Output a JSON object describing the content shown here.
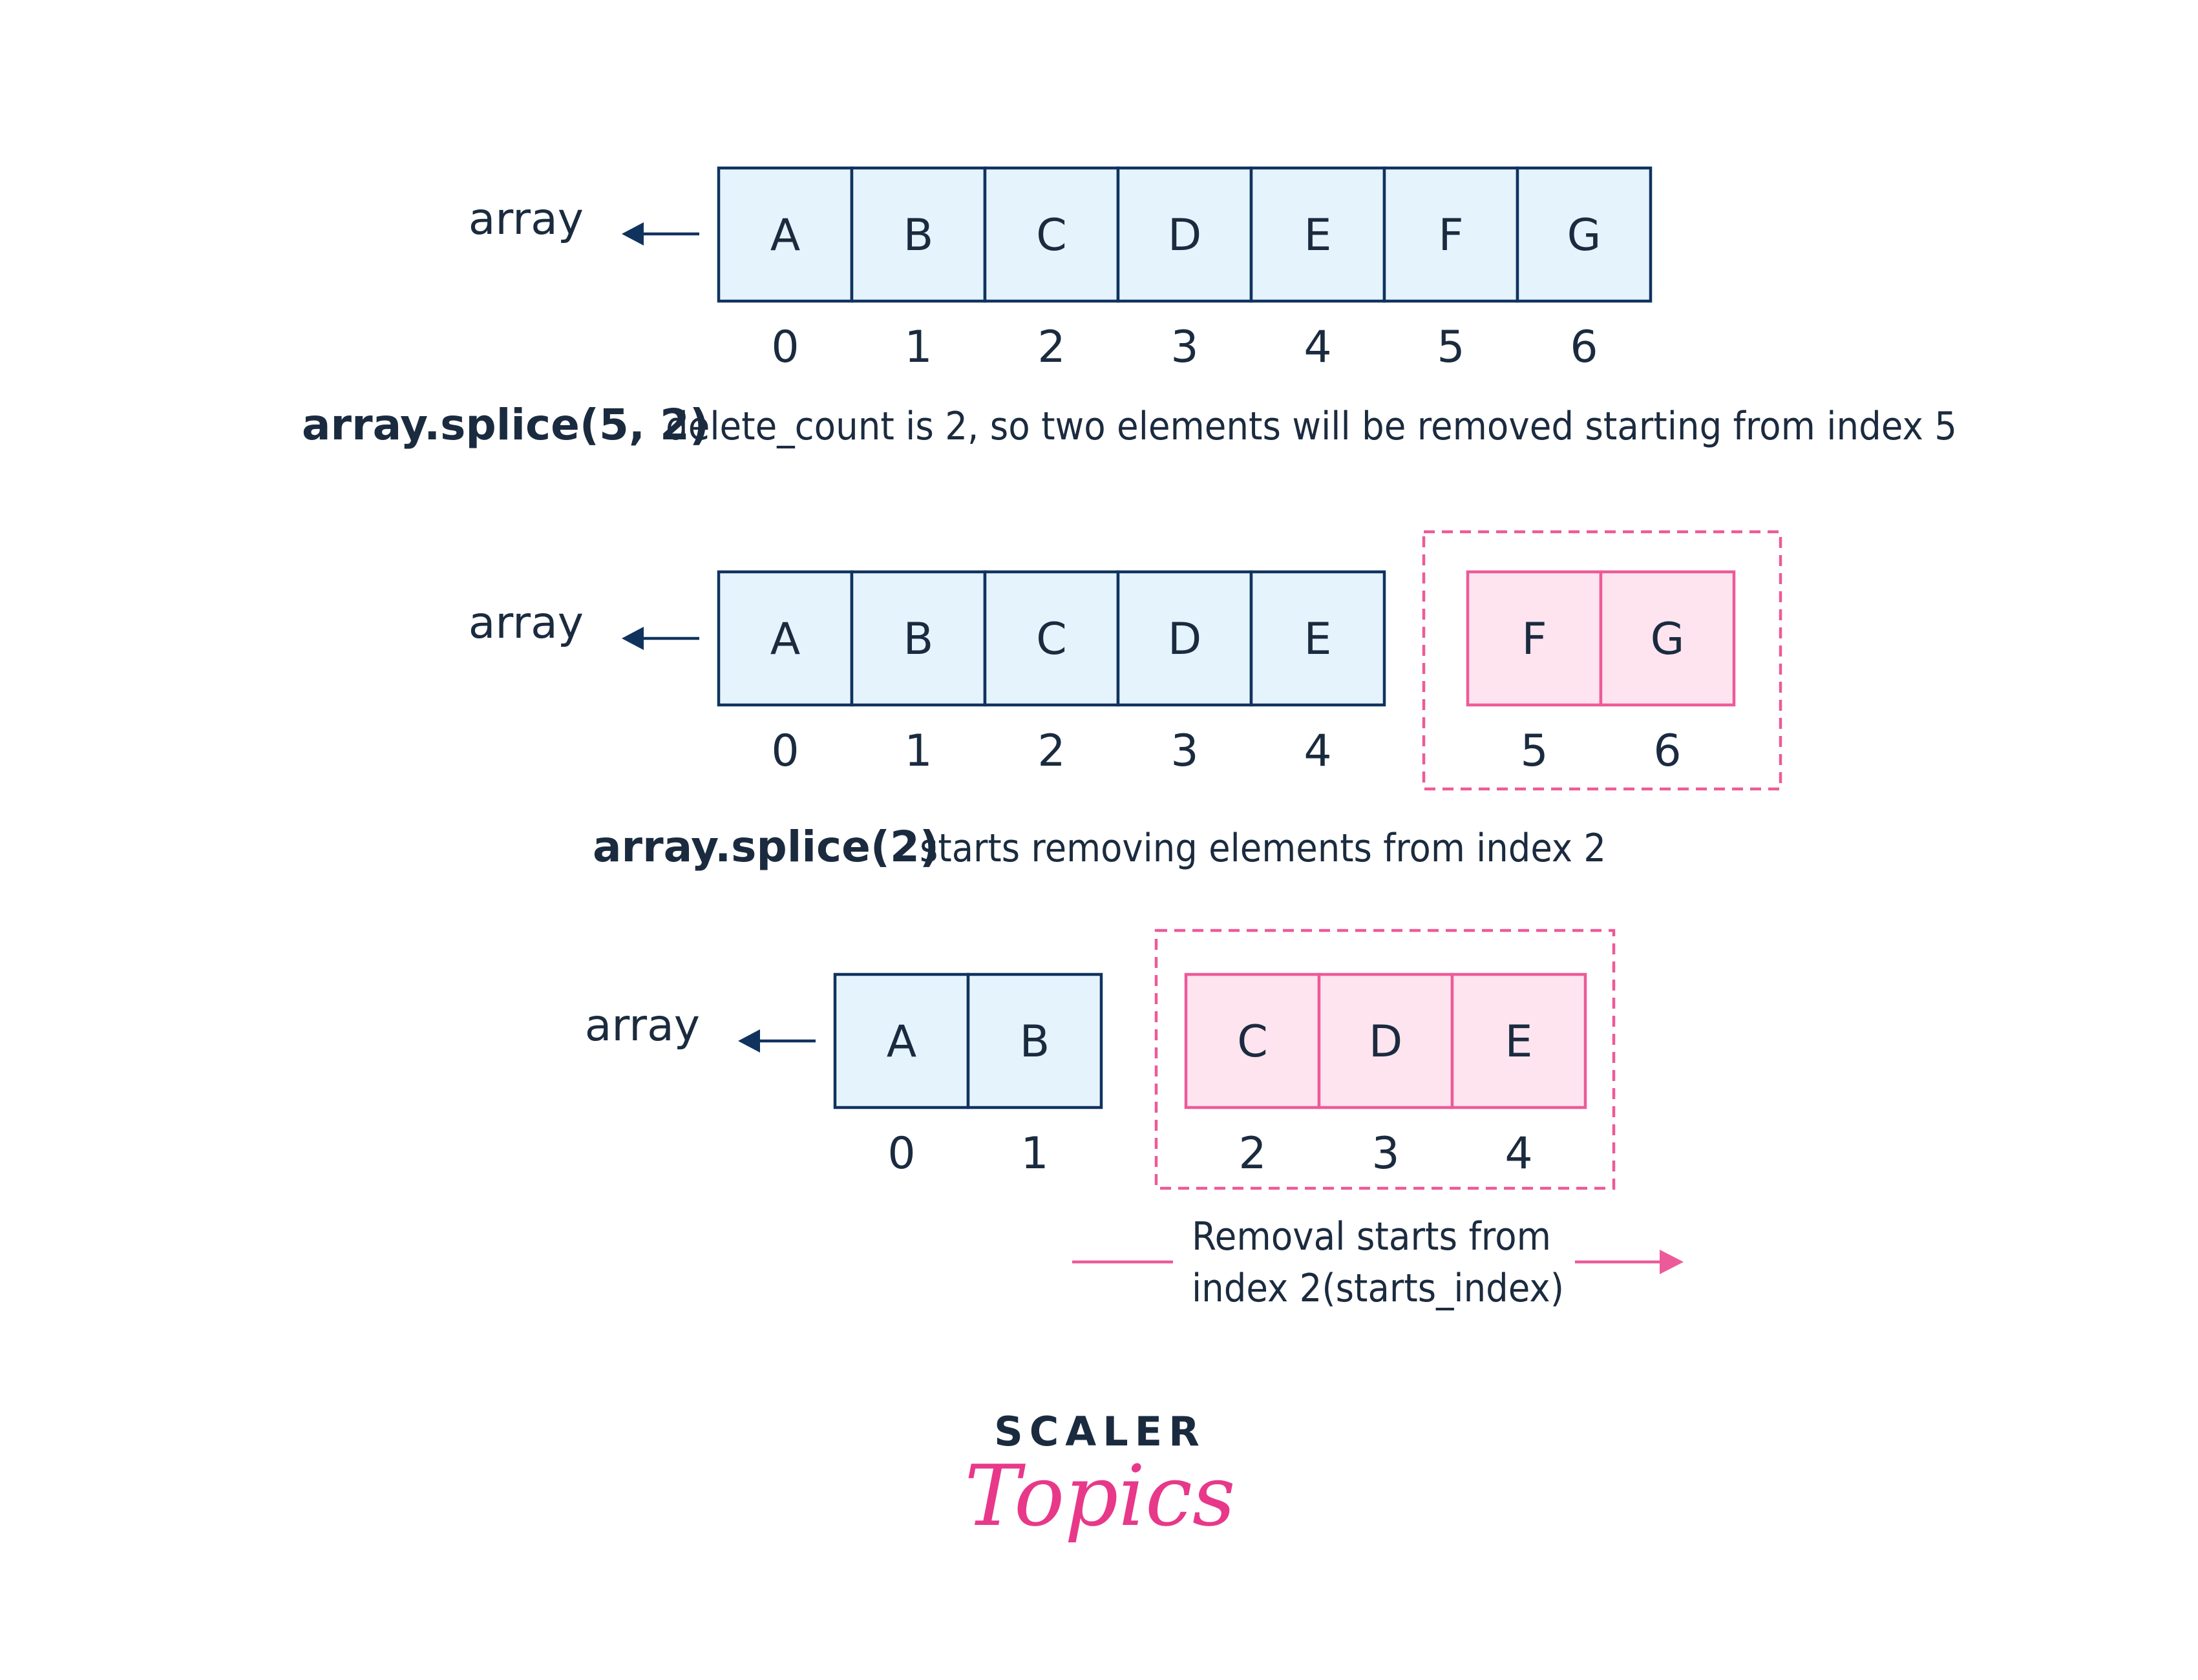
{
  "array_label": "array",
  "row1": {
    "cells": [
      "A",
      "B",
      "C",
      "D",
      "E",
      "F",
      "G"
    ],
    "indices": [
      "0",
      "1",
      "2",
      "3",
      "4",
      "5",
      "6"
    ]
  },
  "caption1": {
    "code": "array.splice(5, 2)",
    "text": "delete_count is 2, so two elements will be removed starting from index 5"
  },
  "row2": {
    "kept_cells": [
      "A",
      "B",
      "C",
      "D",
      "E"
    ],
    "kept_indices": [
      "0",
      "1",
      "2",
      "3",
      "4"
    ],
    "removed_cells": [
      "F",
      "G"
    ],
    "removed_indices": [
      "5",
      "6"
    ]
  },
  "caption2": {
    "code": "array.splice(2)",
    "text": "starts removing elements from index 2"
  },
  "row3": {
    "kept_cells": [
      "A",
      "B"
    ],
    "kept_indices": [
      "0",
      "1"
    ],
    "removed_cells": [
      "C",
      "D",
      "E"
    ],
    "removed_indices": [
      "2",
      "3",
      "4"
    ]
  },
  "removal_note": {
    "line1": "Removal starts from",
    "line2": "index 2(starts_index)"
  },
  "logo": {
    "line1": "SCALER",
    "line2": "Topics"
  },
  "colors": {
    "navy": "#10335e",
    "cell_blue_fill": "#e5f3fd",
    "pink": "#ed5a99",
    "cell_pink_fill": "#fde4ef",
    "text": "#1b2b3f"
  }
}
